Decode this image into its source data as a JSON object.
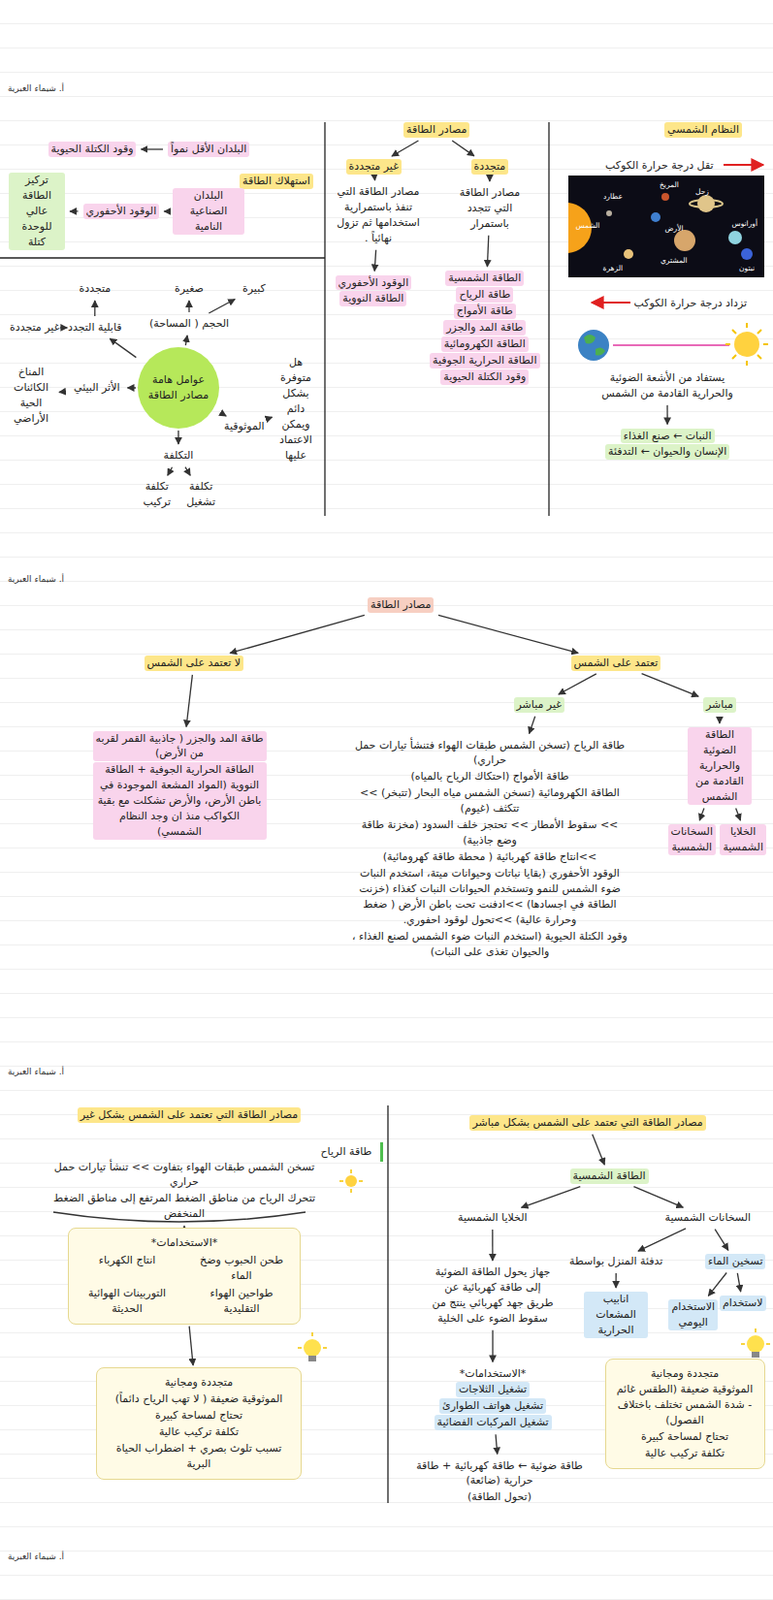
{
  "diagram": {
    "nodes": [
      {
        "text": [
          "النظام الشمسي"
        ]
      },
      {
        "text": [
          "مصادر الطاقة"
        ]
      },
      {
        "text": [
          "متجددة"
        ]
      },
      {
        "text": [
          "غير متجددة"
        ]
      },
      {
        "text": [
          "مصادر الطاقة التي تتجدد باستمرار"
        ]
      },
      {
        "text": [
          "مصادر الطاقة التي تنفذ باستمرارية استخدامها ثم تزول نهائياً ."
        ]
      },
      {
        "text": [
          "الطاقة الشمسية",
          "طاقة الرياح",
          "طاقة الأمواج",
          "طاقة المد والجزر",
          "الطاقة الكهرومائية",
          "الطاقة الحرارية الجوفية",
          "وقود الكتلة الحيوية"
        ]
      },
      {
        "text": [
          "الوقود الأحفوري",
          "الطاقة النووية"
        ]
      },
      {
        "text": [
          "استهلاك الطاقة"
        ]
      },
      {
        "text": [
          "البلدان الأقل نمواً"
        ]
      },
      {
        "text": [
          "وقود الكتلة الحيوية"
        ]
      },
      {
        "text": [
          "البلدان الصناعية النامية"
        ]
      },
      {
        "text": [
          "الوقود الأحفوري"
        ]
      },
      {
        "text": [
          "تركيز الطاقة عالي للوحدة كتلة"
        ]
      },
      {
        "text": [
          "يستفاد من الأشعة الضوئية والحرارية القادمة من الشمس"
        ]
      },
      {
        "text": [
          "النبات ← صنع الغذاء",
          "الإنسان والحيوان ← التدفئة"
        ]
      },
      {
        "text": [
          "عوامل هامة مصادر الطاقة"
        ]
      },
      {
        "text": [
          "الحجم ( المساحة)"
        ]
      },
      {
        "text": [
          "كبيرة"
        ]
      },
      {
        "text": [
          "صغيرة"
        ]
      },
      {
        "text": [
          "قابلية التجدد"
        ]
      },
      {
        "text": [
          "متجددة"
        ]
      },
      {
        "text": [
          "غير متجددة"
        ]
      },
      {
        "text": [
          "الأثر البيئي"
        ]
      },
      {
        "text": [
          "المناخ الكائنات الحية الأراضي"
        ]
      },
      {
        "text": [
          "الموثوقية"
        ]
      },
      {
        "text": [
          "هل متوفرة بشكل دائم ويمكن الاعتماد عليها"
        ]
      },
      {
        "text": [
          "التكلفة"
        ]
      },
      {
        "text": [
          "تكلفة تركيب"
        ]
      },
      {
        "text": [
          "تكلفة تشغيل"
        ]
      },
      {
        "text": [
          "مصادر الطاقة"
        ]
      },
      {
        "text": [
          "تعتمد على الشمس"
        ]
      },
      {
        "text": [
          "لا تعتمد على الشمس"
        ]
      },
      {
        "text": [
          "مباشر"
        ]
      },
      {
        "text": [
          "غير مباشر"
        ]
      },
      {
        "text": [
          "الطاقة الضوئية والحرارية القادمة من الشمس"
        ]
      },
      {
        "text": [
          "الخلايا الشمسية"
        ]
      },
      {
        "text": [
          "السخانات الشمسية"
        ]
      },
      {
        "text": [
          "طاقة الرياح (تسخن الشمس طبقات الهواء فتنشأ تيارات حمل حراري)",
          "طاقة الأمواج (احتكاك الرياح بالمياه)",
          "الطاقة الكهرومائية (تسخن الشمس مياه البحار (تتبخر) >> تتكثف (غيوم)",
          ">> سقوط الأمطار >> تحتجز خلف السدود (مخزنة طاقة وضع جاذبية)",
          ">>انتاج طاقة كهربائية ( محطة طاقة كهرومائية)",
          "الوقود الأحفوري (بقايا نباتات وحيوانات ميتة، استخدم النبات ضوء الشمس للنمو وتستخدم الحيوانات النبات كغذاء (خزنت الطاقة في اجسادها) >>ادفنت تحت باطن الأرض ( ضغط وحرارة عالية) >>تحول لوقود احفوري.",
          "وقود الكتلة الحيوية (استخدم النبات ضوء الشمس لصنع الغذاء ، والحيوان تغذى على النبات)"
        ]
      },
      {
        "text": [
          "طاقة المد والجزر ( جاذبية القمر لقربه من الأرض)",
          "الطاقة الحرارية الجوفية + الطاقة النووية (المواد المشعة الموجودة في باطن الأرض، والأرض تشكلت مع بقية الكواكب منذ ان وجد النظام الشمسي)"
        ]
      },
      {
        "text": [
          "مصادر الطاقة التي تعتمد على الشمس بشكل مباشر"
        ]
      },
      {
        "text": [
          "الطاقة الشمسية"
        ]
      },
      {
        "text": [
          "السخانات الشمسية"
        ]
      },
      {
        "text": [
          "الخلايا الشمسية"
        ]
      },
      {
        "text": [
          "تسخين الماء"
        ]
      },
      {
        "text": [
          "تدفئة المنزل بواسطة"
        ]
      },
      {
        "text": [
          "لاستخدام"
        ]
      },
      {
        "text": [
          "الاستخدام اليومي"
        ]
      },
      {
        "text": [
          "انابيب المشعات الحرارية"
        ]
      },
      {
        "text": [
          "متجددة ومجانية",
          "الموثوقية ضعيفة (الطقس غائم - شدة الشمس تختلف باختلاف الفصول)",
          "تحتاج لمساحة كبيرة",
          "تكلفة تركيب عالية"
        ]
      },
      {
        "text": [
          "جهاز يحول الطاقة الضوئية إلى طاقة كهربائية عن طريق جهد كهربائي ينتج من سقوط الضوء على الخلية"
        ]
      },
      {
        "text": [
          "*الاستخدامات*",
          "تشغيل الثلاجات",
          "تشغيل هواتف الطوارئ",
          "تشغيل المركبات الفضائية"
        ]
      },
      {
        "text": [
          "طاقة ضوئية ← طاقة كهربائية + طاقة حرارية (ضائعة)",
          "(تحول الطاقة)"
        ]
      },
      {
        "text": [
          "مصادر الطاقة التي تعتمد على الشمس بشكل غير"
        ]
      },
      {
        "text": [
          "طاقة الرياح"
        ]
      },
      {
        "text": [
          "تسخن الشمس طبقات الهواء بتفاوت >> تنشأ تيارات حمل حراري",
          "تتحرك الرياح من مناطق الضغط المرتفع إلى مناطق الضغط المنخفض"
        ]
      },
      {
        "text": [
          "*الاستخدامات*",
          "طحن الحبوب وضخ الماء",
          "انتاج الكهرباء",
          "طواحين الهواء التقليدية",
          "التوربينات الهوائية الحديثة"
        ]
      },
      {
        "text": [
          "متجددة ومجانية",
          "الموثوقية ضعيفة ( لا تهب الرياح دائماً)",
          "تحتاج لمساحة كبيرة",
          "تكلفة تركيب عالية",
          "تسبب تلوث بصري + اضطراب الحياة البرية"
        ]
      }
    ],
    "edges": [
      {
        "from": 1,
        "to": 2,
        "arrow": "to"
      },
      {
        "from": 1,
        "to": 3,
        "arrow": "to"
      },
      {
        "from": 2,
        "to": 4,
        "arrow": "to"
      },
      {
        "from": 3,
        "to": 5,
        "arrow": "to"
      },
      {
        "from": 4,
        "to": 6,
        "arrow": "to"
      },
      {
        "from": 5,
        "to": 7,
        "arrow": "to"
      },
      {
        "from": 9,
        "to": 10,
        "arrow": "to"
      },
      {
        "from": 11,
        "to": 12,
        "arrow": "to"
      },
      {
        "from": 12,
        "to": 13,
        "arrow": "to"
      },
      {
        "from": 14,
        "to": 15,
        "arrow": "to"
      },
      {
        "from": 16,
        "to": 17,
        "arrow": "to"
      },
      {
        "from": 17,
        "to": 18,
        "arrow": "to"
      },
      {
        "from": 17,
        "to": 19,
        "arrow": "to"
      },
      {
        "from": 16,
        "to": 20,
        "arrow": "to"
      },
      {
        "from": 20,
        "to": 21,
        "arrow": "to"
      },
      {
        "from": 20,
        "to": 22,
        "arrow": "to"
      },
      {
        "from": 16,
        "to": 23,
        "arrow": "to"
      },
      {
        "from": 23,
        "to": 24,
        "arrow": "to"
      },
      {
        "from": 16,
        "to": 25,
        "arrow": "to"
      },
      {
        "from": 26,
        "to": 25,
        "arrow": "to"
      },
      {
        "from": 16,
        "to": 27,
        "arrow": "to"
      },
      {
        "from": 27,
        "to": 28,
        "arrow": "to"
      },
      {
        "from": 27,
        "to": 29,
        "arrow": "to"
      },
      {
        "from": 30,
        "to": 31,
        "arrow": "to"
      },
      {
        "from": 30,
        "to": 32,
        "arrow": "to"
      },
      {
        "from": 31,
        "to": 33,
        "arrow": "to"
      },
      {
        "from": 31,
        "to": 34,
        "arrow": "to"
      },
      {
        "from": 33,
        "to": 35,
        "arrow": "to"
      },
      {
        "from": 35,
        "to": 36,
        "arrow": "to"
      },
      {
        "from": 35,
        "to": 37,
        "arrow": "to"
      },
      {
        "from": 34,
        "to": 38,
        "arrow": "to"
      },
      {
        "from": 32,
        "to": 39,
        "arrow": "to"
      },
      {
        "from": 40,
        "to": 41,
        "arrow": "to"
      },
      {
        "from": 41,
        "to": 42,
        "arrow": "to"
      },
      {
        "from": 41,
        "to": 43,
        "arrow": "to"
      },
      {
        "from": 42,
        "to": 44,
        "arrow": "to"
      },
      {
        "from": 42,
        "to": 45,
        "arrow": "to"
      },
      {
        "from": 44,
        "to": 46,
        "arrow": "to"
      },
      {
        "from": 44,
        "to": 47,
        "arrow": "to"
      },
      {
        "from": 45,
        "to": 48,
        "arrow": "to"
      },
      {
        "from": 43,
        "to": 50,
        "arrow": "to"
      },
      {
        "from": 50,
        "to": 51,
        "arrow": "to"
      },
      {
        "from": 51,
        "to": 52,
        "arrow": "to"
      },
      {
        "from": 55,
        "to": 56,
        "arrow": "to"
      },
      {
        "from": 56,
        "to": 57,
        "arrow": "to"
      }
    ],
    "labels": [
      "أ. شيماء العبرية",
      "تقل درجة حرارة الكوكب",
      "زحل",
      "المريخ",
      "عطارد",
      "الأرض",
      "أورانوس",
      "الشمس",
      "المشتري",
      "نبتون",
      "الزهرة",
      "تزداد درجة حرارة الكوكب",
      "أ. شيماء العبرية",
      "أ. شيماء العبرية",
      "أ. شيماء العبرية"
    ]
  }
}
